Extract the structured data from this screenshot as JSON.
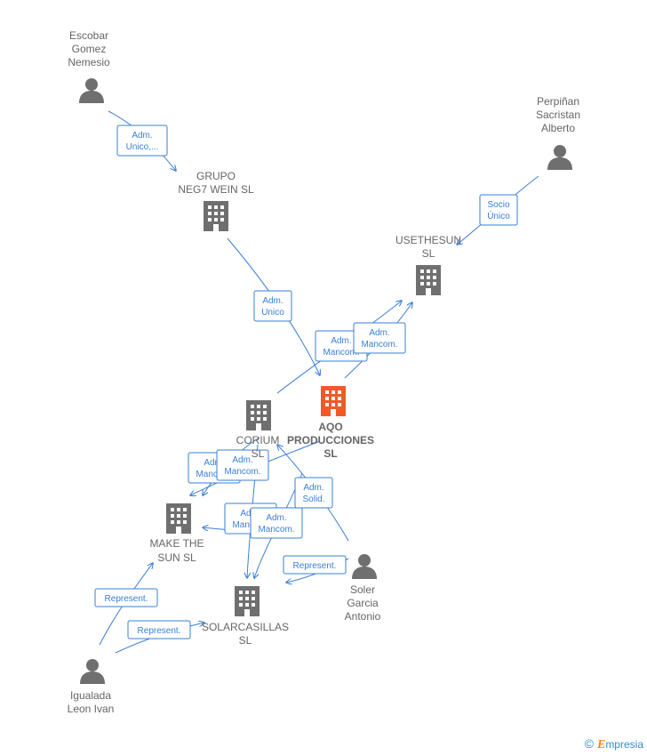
{
  "nodes": [
    {
      "id": "escobar",
      "kind": "person",
      "lines": [
        "Escobar",
        "Gomez",
        "Nemesio"
      ]
    },
    {
      "id": "perpinan",
      "kind": "person",
      "lines": [
        "Perpiñan",
        "Sacristan",
        "Alberto"
      ]
    },
    {
      "id": "grupo",
      "kind": "company",
      "lines": [
        "GRUPO",
        "NEG7 WEIN  SL"
      ]
    },
    {
      "id": "usethesun",
      "kind": "company",
      "lines": [
        "USETHESUN",
        "SL"
      ]
    },
    {
      "id": "aqo",
      "kind": "company",
      "main": true,
      "lines": [
        "AQO",
        "PRODUCCIONES",
        "SL"
      ]
    },
    {
      "id": "corium",
      "kind": "company",
      "lines": [
        "CORIUM",
        "SL"
      ]
    },
    {
      "id": "makethesun",
      "kind": "company",
      "lines": [
        "MAKE THE",
        "SUN  SL"
      ]
    },
    {
      "id": "solarcasillas",
      "kind": "company",
      "lines": [
        "SOLARCASILLAS",
        "SL"
      ]
    },
    {
      "id": "soler",
      "kind": "person",
      "lines": [
        "Soler",
        "Garcia",
        "Antonio"
      ]
    },
    {
      "id": "igualada",
      "kind": "person",
      "lines": [
        "Igualada",
        "Leon Ivan"
      ]
    }
  ],
  "edges": [
    {
      "id": "e1",
      "lines": [
        "Adm.",
        "Unico,..."
      ]
    },
    {
      "id": "e2",
      "lines": [
        "Socio",
        "Único"
      ]
    },
    {
      "id": "e3",
      "lines": [
        "Adm.",
        "Unico"
      ]
    },
    {
      "id": "e4",
      "lines": [
        "Adm.",
        "Mancom."
      ]
    },
    {
      "id": "e5",
      "lines": [
        "Adm.",
        "Mancom."
      ]
    },
    {
      "id": "e6",
      "lines": [
        "Adm.",
        "Mancom."
      ]
    },
    {
      "id": "e7",
      "lines": [
        "Adm.",
        "Mancom."
      ]
    },
    {
      "id": "e8",
      "lines": [
        "Adm.",
        "Solid."
      ]
    },
    {
      "id": "e9",
      "lines": [
        "Adm.",
        "Mancom."
      ]
    },
    {
      "id": "e10",
      "lines": [
        "Adm.",
        "Mancom."
      ]
    },
    {
      "id": "e11",
      "lines": [
        "Represent."
      ]
    },
    {
      "id": "e12",
      "lines": [
        "Represent."
      ]
    },
    {
      "id": "e13",
      "lines": [
        "Represent."
      ]
    }
  ],
  "footer": {
    "copyright": "©",
    "brand_first": "E",
    "brand_rest": "mpresia"
  },
  "colors": {
    "edge": "#3a7fd5",
    "main_node": "#f05a28",
    "node": "#6f6f6f"
  }
}
